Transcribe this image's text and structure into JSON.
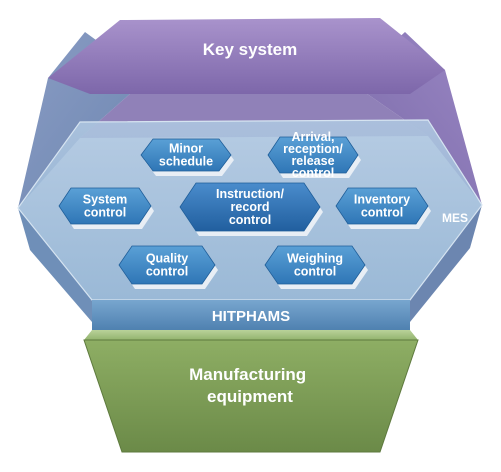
{
  "top_layer": {
    "label": "Key system"
  },
  "middle_layer": {
    "tag": "MES",
    "band_label": "HITPHAMS",
    "modules": [
      {
        "lines": [
          "Minor",
          "schedule"
        ]
      },
      {
        "lines": [
          "Arrival,",
          "reception/",
          "release",
          "control"
        ]
      },
      {
        "lines": [
          "System",
          "control"
        ]
      },
      {
        "lines": [
          "Instruction/",
          "record",
          "control"
        ]
      },
      {
        "lines": [
          "Inventory",
          "control"
        ]
      },
      {
        "lines": [
          "Quality",
          "control"
        ]
      },
      {
        "lines": [
          "Weighing",
          "control"
        ]
      }
    ]
  },
  "bottom_layer": {
    "lines": [
      "Manufacturing",
      "equipment"
    ]
  },
  "colors": {
    "key_system": "#8f78b8",
    "mes_plate": "#9dbbd8",
    "module": "#3f86c2",
    "module_center": "#2a6db0",
    "hitphams_band": "#5f93c0",
    "manufacturing": "#7f9f58"
  }
}
